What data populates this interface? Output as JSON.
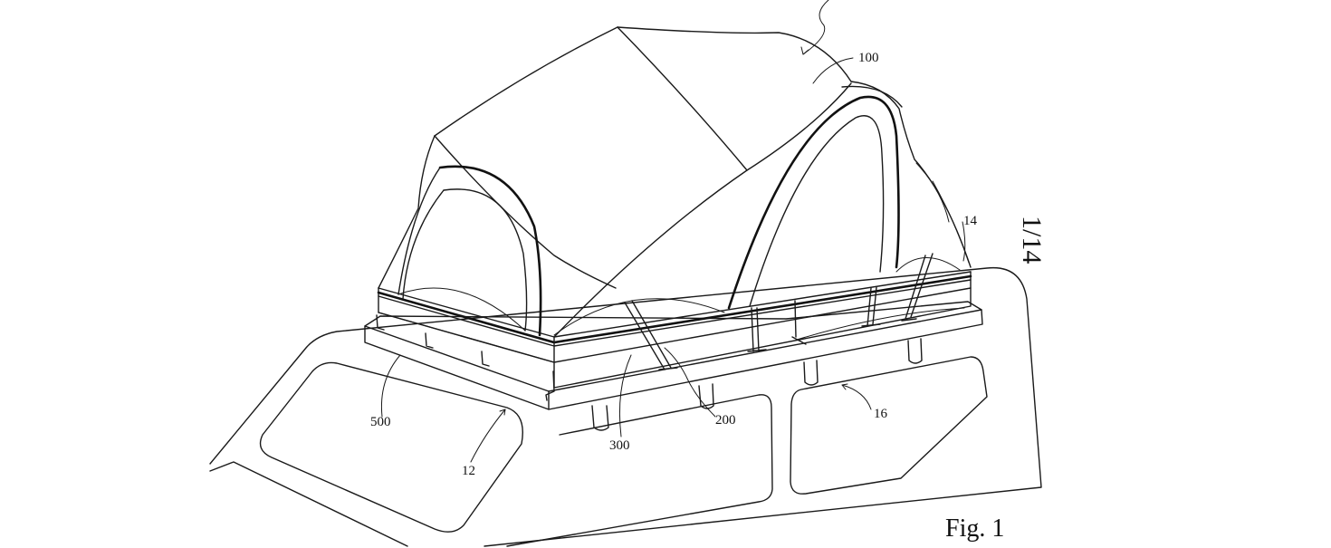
{
  "figure": {
    "label": "Fig. 1",
    "sheet": "1/14"
  },
  "reference_numerals": {
    "tent": "100",
    "frame_top": "14",
    "strut": "200",
    "hinge_arm": "300",
    "base_frame": "500",
    "vehicle_roof": "12",
    "roof_rack": "16"
  }
}
